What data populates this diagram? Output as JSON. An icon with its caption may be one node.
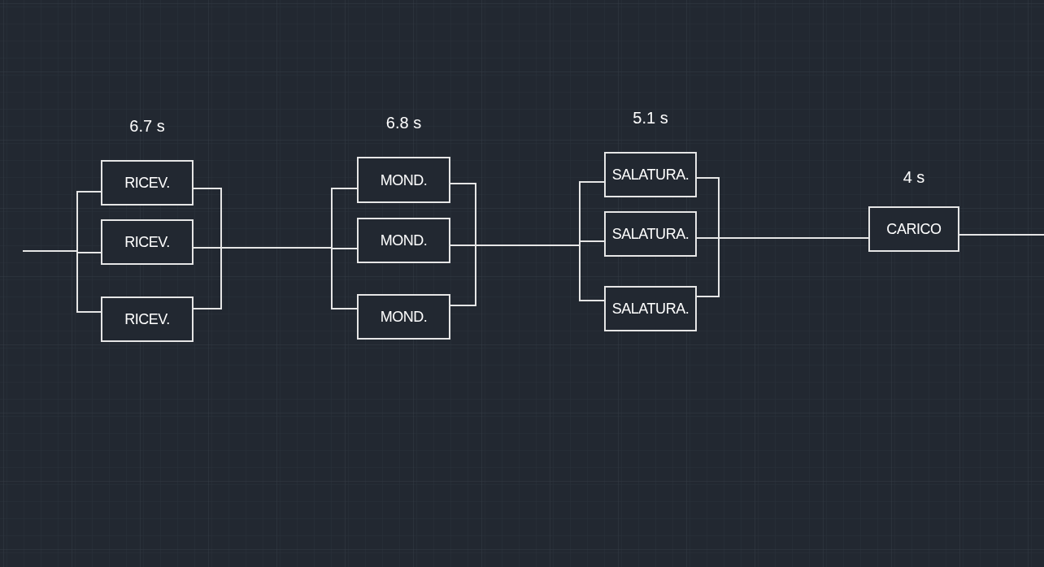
{
  "diagram": {
    "nodes": [
      {
        "text": [
          "RICEV."
        ],
        "beside": [
          "6.7 s"
        ]
      },
      {
        "text": [
          "RICEV."
        ]
      },
      {
        "text": [
          "RICEV."
        ]
      },
      {
        "text": [
          "MOND."
        ],
        "beside": [
          "6.8 s"
        ]
      },
      {
        "text": [
          "MOND."
        ]
      },
      {
        "text": [
          "MOND."
        ]
      },
      {
        "text": [
          "SALATURA."
        ],
        "beside": [
          "5.1 s"
        ]
      },
      {
        "text": [
          "SALATURA."
        ]
      },
      {
        "text": [
          "SALATURA."
        ]
      },
      {
        "text": [
          "CARICO"
        ],
        "beside": [
          "4 s"
        ]
      }
    ],
    "edges": [
      {
        "from": null,
        "to": 0,
        "arrow": "none"
      },
      {
        "from": null,
        "to": 1,
        "arrow": "none"
      },
      {
        "from": null,
        "to": 2,
        "arrow": "none"
      },
      {
        "from": 0,
        "to": 3,
        "arrow": "none"
      },
      {
        "from": 0,
        "to": 4,
        "arrow": "none"
      },
      {
        "from": 0,
        "to": 5,
        "arrow": "none"
      },
      {
        "from": 1,
        "to": 3,
        "arrow": "none"
      },
      {
        "from": 1,
        "to": 4,
        "arrow": "none"
      },
      {
        "from": 1,
        "to": 5,
        "arrow": "none"
      },
      {
        "from": 2,
        "to": 3,
        "arrow": "none"
      },
      {
        "from": 2,
        "to": 4,
        "arrow": "none"
      },
      {
        "from": 2,
        "to": 5,
        "arrow": "none"
      },
      {
        "from": 3,
        "to": 6,
        "arrow": "none"
      },
      {
        "from": 3,
        "to": 7,
        "arrow": "none"
      },
      {
        "from": 3,
        "to": 8,
        "arrow": "none"
      },
      {
        "from": 4,
        "to": 6,
        "arrow": "none"
      },
      {
        "from": 4,
        "to": 7,
        "arrow": "none"
      },
      {
        "from": 4,
        "to": 8,
        "arrow": "none"
      },
      {
        "from": 5,
        "to": 6,
        "arrow": "none"
      },
      {
        "from": 5,
        "to": 7,
        "arrow": "none"
      },
      {
        "from": 5,
        "to": 8,
        "arrow": "none"
      },
      {
        "from": 6,
        "to": 9,
        "arrow": "none"
      },
      {
        "from": 7,
        "to": 9,
        "arrow": "none"
      },
      {
        "from": 8,
        "to": 9,
        "arrow": "none"
      },
      {
        "from": 9,
        "to": null,
        "arrow": "none"
      }
    ]
  }
}
